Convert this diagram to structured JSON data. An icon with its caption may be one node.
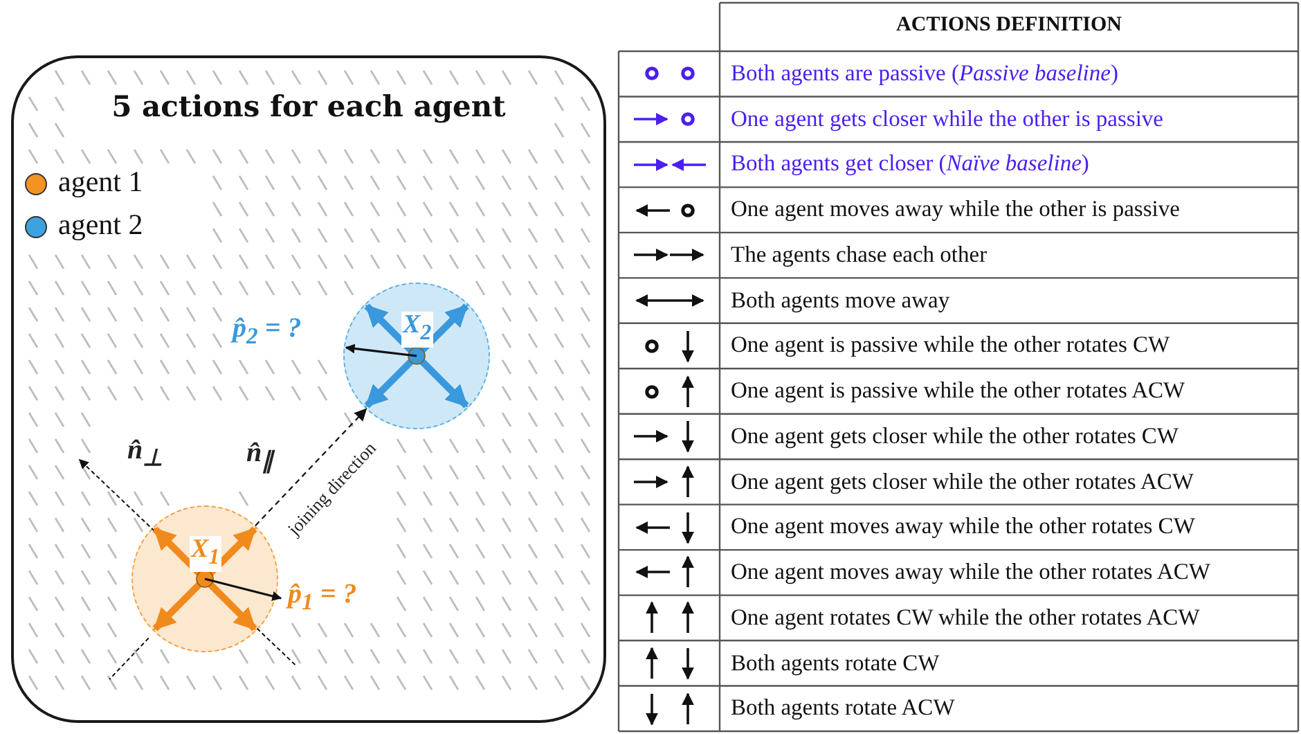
{
  "diagram": {
    "nodes": [
      {
        "text": [
          "5 actions for each agent"
        ]
      },
      {
        "text": [
          "X$_{2}$"
        ],
        "in": 0,
        "beside": [
          "p̂$_{2}$ = ?"
        ]
      },
      {
        "text": [
          "X$_{1}$"
        ],
        "in": 0,
        "beside": [
          "p̂$_{1}$ = ?"
        ]
      }
    ],
    "edges": [
      {
        "from": 2,
        "to": 1,
        "arrow": "to",
        "style": "dashed",
        "label": "joining direction"
      }
    ],
    "labels": [
      "n̂$_{⊥}$",
      "n̂$_{∥}$",
      "ACTIONS DEFINITION",
      "Both agents are passive (*Passive baseline*)",
      "One agent gets closer while the other is passive",
      "Both agents get closer (*Naïve baseline*)",
      "One agent moves away while the other is passive",
      "The agents chase each other",
      "Both agents move away",
      "One agent is passive while the other rotates CW",
      "One agent is passive while the other rotates ACW",
      "One agent gets closer while the other rotates CW",
      "One agent gets closer while the other rotates ACW",
      "One agent moves away while the other rotates CW",
      "One agent moves away while the other rotates ACW",
      "One agent rotates CW while the other rotates ACW",
      "Both agents rotate CW",
      "Both agents rotate ACW"
    ],
    "legend": [
      {
        "text": "agent 1",
        "color": "#f39422"
      },
      {
        "text": "agent 2",
        "color": "#3ea2e0"
      }
    ]
  }
}
